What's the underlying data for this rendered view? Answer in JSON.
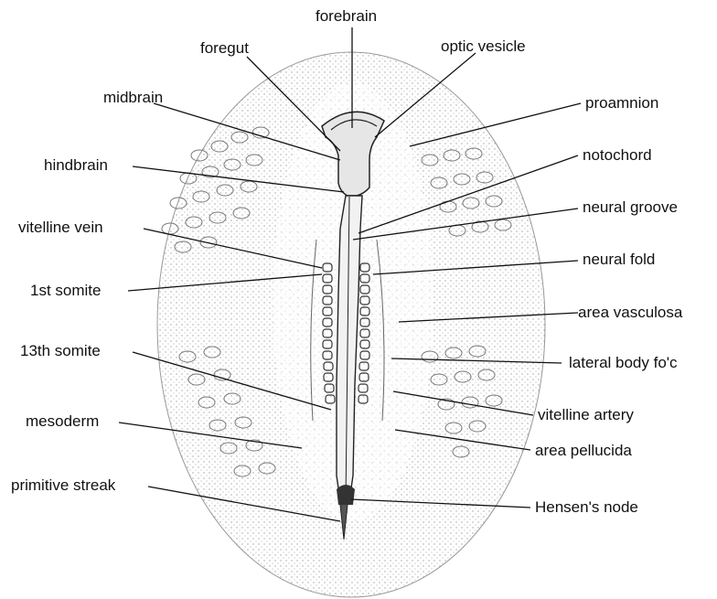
{
  "labels": {
    "forebrain": "forebrain",
    "foregut": "foregut",
    "optic_vesicle": "optic vesicle",
    "midbrain": "midbrain",
    "proamnion": "proamnion",
    "hindbrain": "hindbrain",
    "notochord": "notochord",
    "neural_groove": "neural groove",
    "vitelline_vein": "vitelline vein",
    "neural_fold": "neural fold",
    "first_somite": "1st somite",
    "area_vasculosa": "area vasculosa",
    "thirteenth_somite": "13th somite",
    "lateral_body_fold": "lateral body fo'c",
    "vitelline_artery": "vitelline artery",
    "mesoderm": "mesoderm",
    "area_pellucida": "area pellucida",
    "primitive_streak": "primitive streak",
    "hensens_node": "Hensen's node"
  }
}
